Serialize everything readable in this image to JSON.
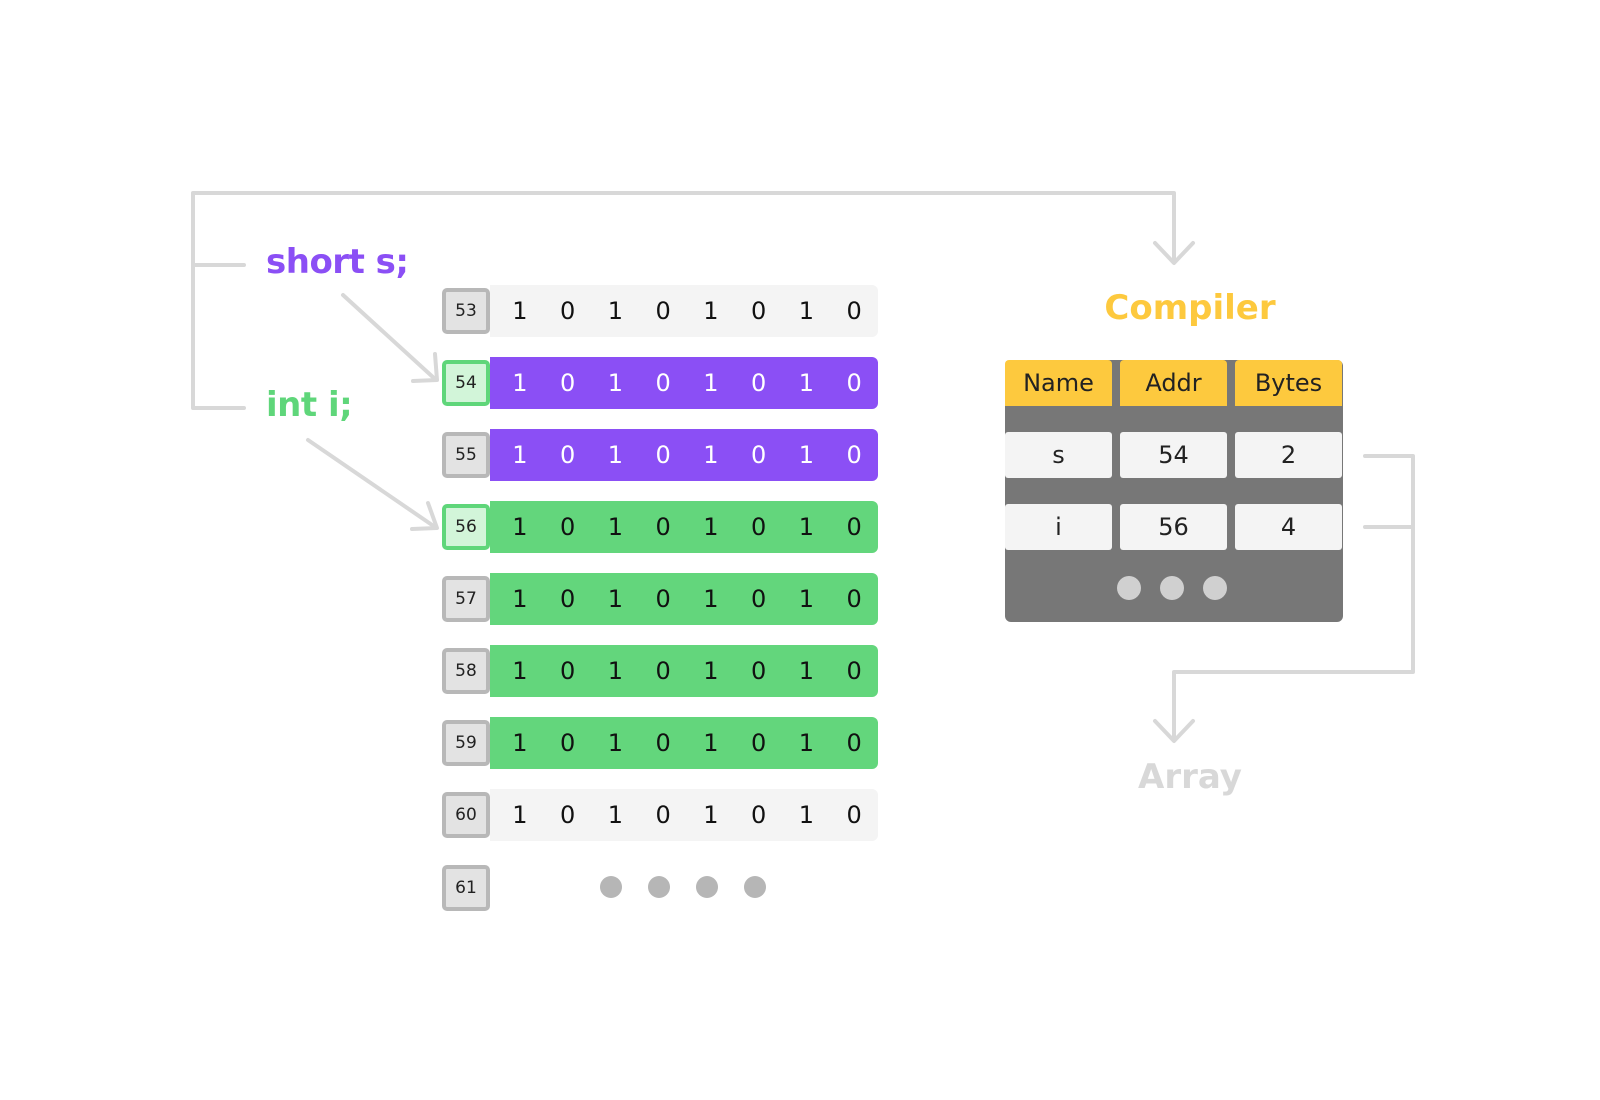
{
  "declarations": {
    "short": "short s;",
    "int": "int i;"
  },
  "memory": {
    "rows": [
      {
        "address": "53",
        "bits": [
          "1",
          "0",
          "1",
          "0",
          "1",
          "0",
          "1",
          "0"
        ],
        "style": "plain",
        "highlight": false
      },
      {
        "address": "54",
        "bits": [
          "1",
          "0",
          "1",
          "0",
          "1",
          "0",
          "1",
          "0"
        ],
        "style": "purple",
        "highlight": true
      },
      {
        "address": "55",
        "bits": [
          "1",
          "0",
          "1",
          "0",
          "1",
          "0",
          "1",
          "0"
        ],
        "style": "purple",
        "highlight": false
      },
      {
        "address": "56",
        "bits": [
          "1",
          "0",
          "1",
          "0",
          "1",
          "0",
          "1",
          "0"
        ],
        "style": "green",
        "highlight": true
      },
      {
        "address": "57",
        "bits": [
          "1",
          "0",
          "1",
          "0",
          "1",
          "0",
          "1",
          "0"
        ],
        "style": "green",
        "highlight": false
      },
      {
        "address": "58",
        "bits": [
          "1",
          "0",
          "1",
          "0",
          "1",
          "0",
          "1",
          "0"
        ],
        "style": "green",
        "highlight": false
      },
      {
        "address": "59",
        "bits": [
          "1",
          "0",
          "1",
          "0",
          "1",
          "0",
          "1",
          "0"
        ],
        "style": "green",
        "highlight": false
      },
      {
        "address": "60",
        "bits": [
          "1",
          "0",
          "1",
          "0",
          "1",
          "0",
          "1",
          "0"
        ],
        "style": "plain",
        "highlight": false
      }
    ],
    "last_address": "61",
    "continuation_dots": 4
  },
  "compiler": {
    "title": "Compiler",
    "headers": [
      "Name",
      "Addr",
      "Bytes"
    ],
    "rows": [
      [
        "s",
        "54",
        "2"
      ],
      [
        "i",
        "56",
        "4"
      ]
    ],
    "continuation_dots": 3
  },
  "output_label": "Array",
  "colors": {
    "short": "#8b4ff5",
    "int": "#5fd67a",
    "compiler": "#fdc93e",
    "connector": "#d8d8d8"
  }
}
